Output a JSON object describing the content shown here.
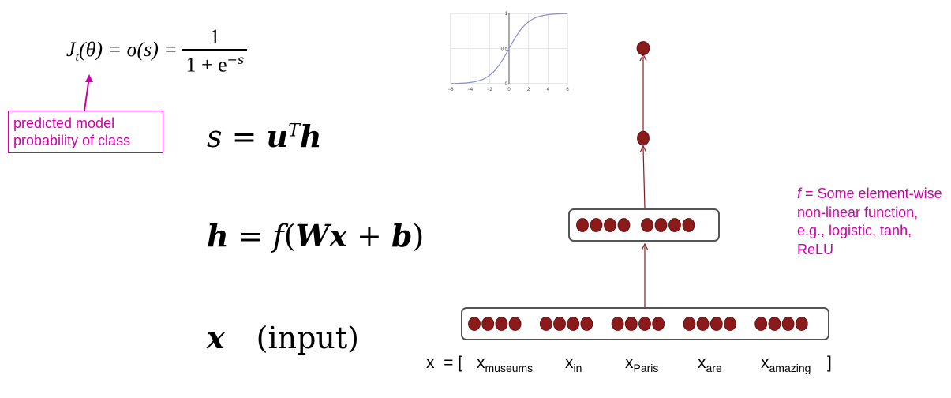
{
  "equations": {
    "objective": {
      "lhs": "J",
      "sub": "t",
      "arg": "(θ) = σ(s) =",
      "numerator": "1",
      "denominator": "1 + e",
      "exponent": "−s"
    },
    "score": {
      "lhs": "s = ",
      "u": "u",
      "sup": "T",
      "h": "h"
    },
    "hidden": {
      "h": "h",
      "eq": " = ",
      "f": "f",
      "open": "(",
      "W": "W",
      "x": "x",
      "plus": " + ",
      "b": "b",
      "close": ")"
    },
    "input": {
      "x": "x",
      "label": "(input)"
    }
  },
  "annotations": {
    "predicted": "predicted model probability of class",
    "f_italic": "f",
    "f_rest": " = Some element-wise non-linear function, e.g., logistic, tanh, ReLU"
  },
  "sigmoid_plot": {
    "x_ticks": [
      "−6",
      "−4",
      "−2",
      "0",
      "2",
      "4",
      "6"
    ],
    "y_ticks": [
      "0",
      "0.5",
      "1"
    ],
    "xlim": [
      -6,
      6
    ],
    "ylim": [
      0,
      1
    ],
    "grid": true,
    "curve_color": "#8d8dcf"
  },
  "network": {
    "node_color": "#8b1a1a",
    "edge_color": "#8b1a1a",
    "input_nodes": 20,
    "hidden_nodes": 8,
    "bracket_open": "x  = [",
    "bracket_close": "]",
    "tokens": [
      {
        "base": "x",
        "sub": "museums"
      },
      {
        "base": "x",
        "sub": "in"
      },
      {
        "base": "x",
        "sub": "Paris"
      },
      {
        "base": "x",
        "sub": "are"
      },
      {
        "base": "x",
        "sub": "amazing"
      }
    ]
  }
}
